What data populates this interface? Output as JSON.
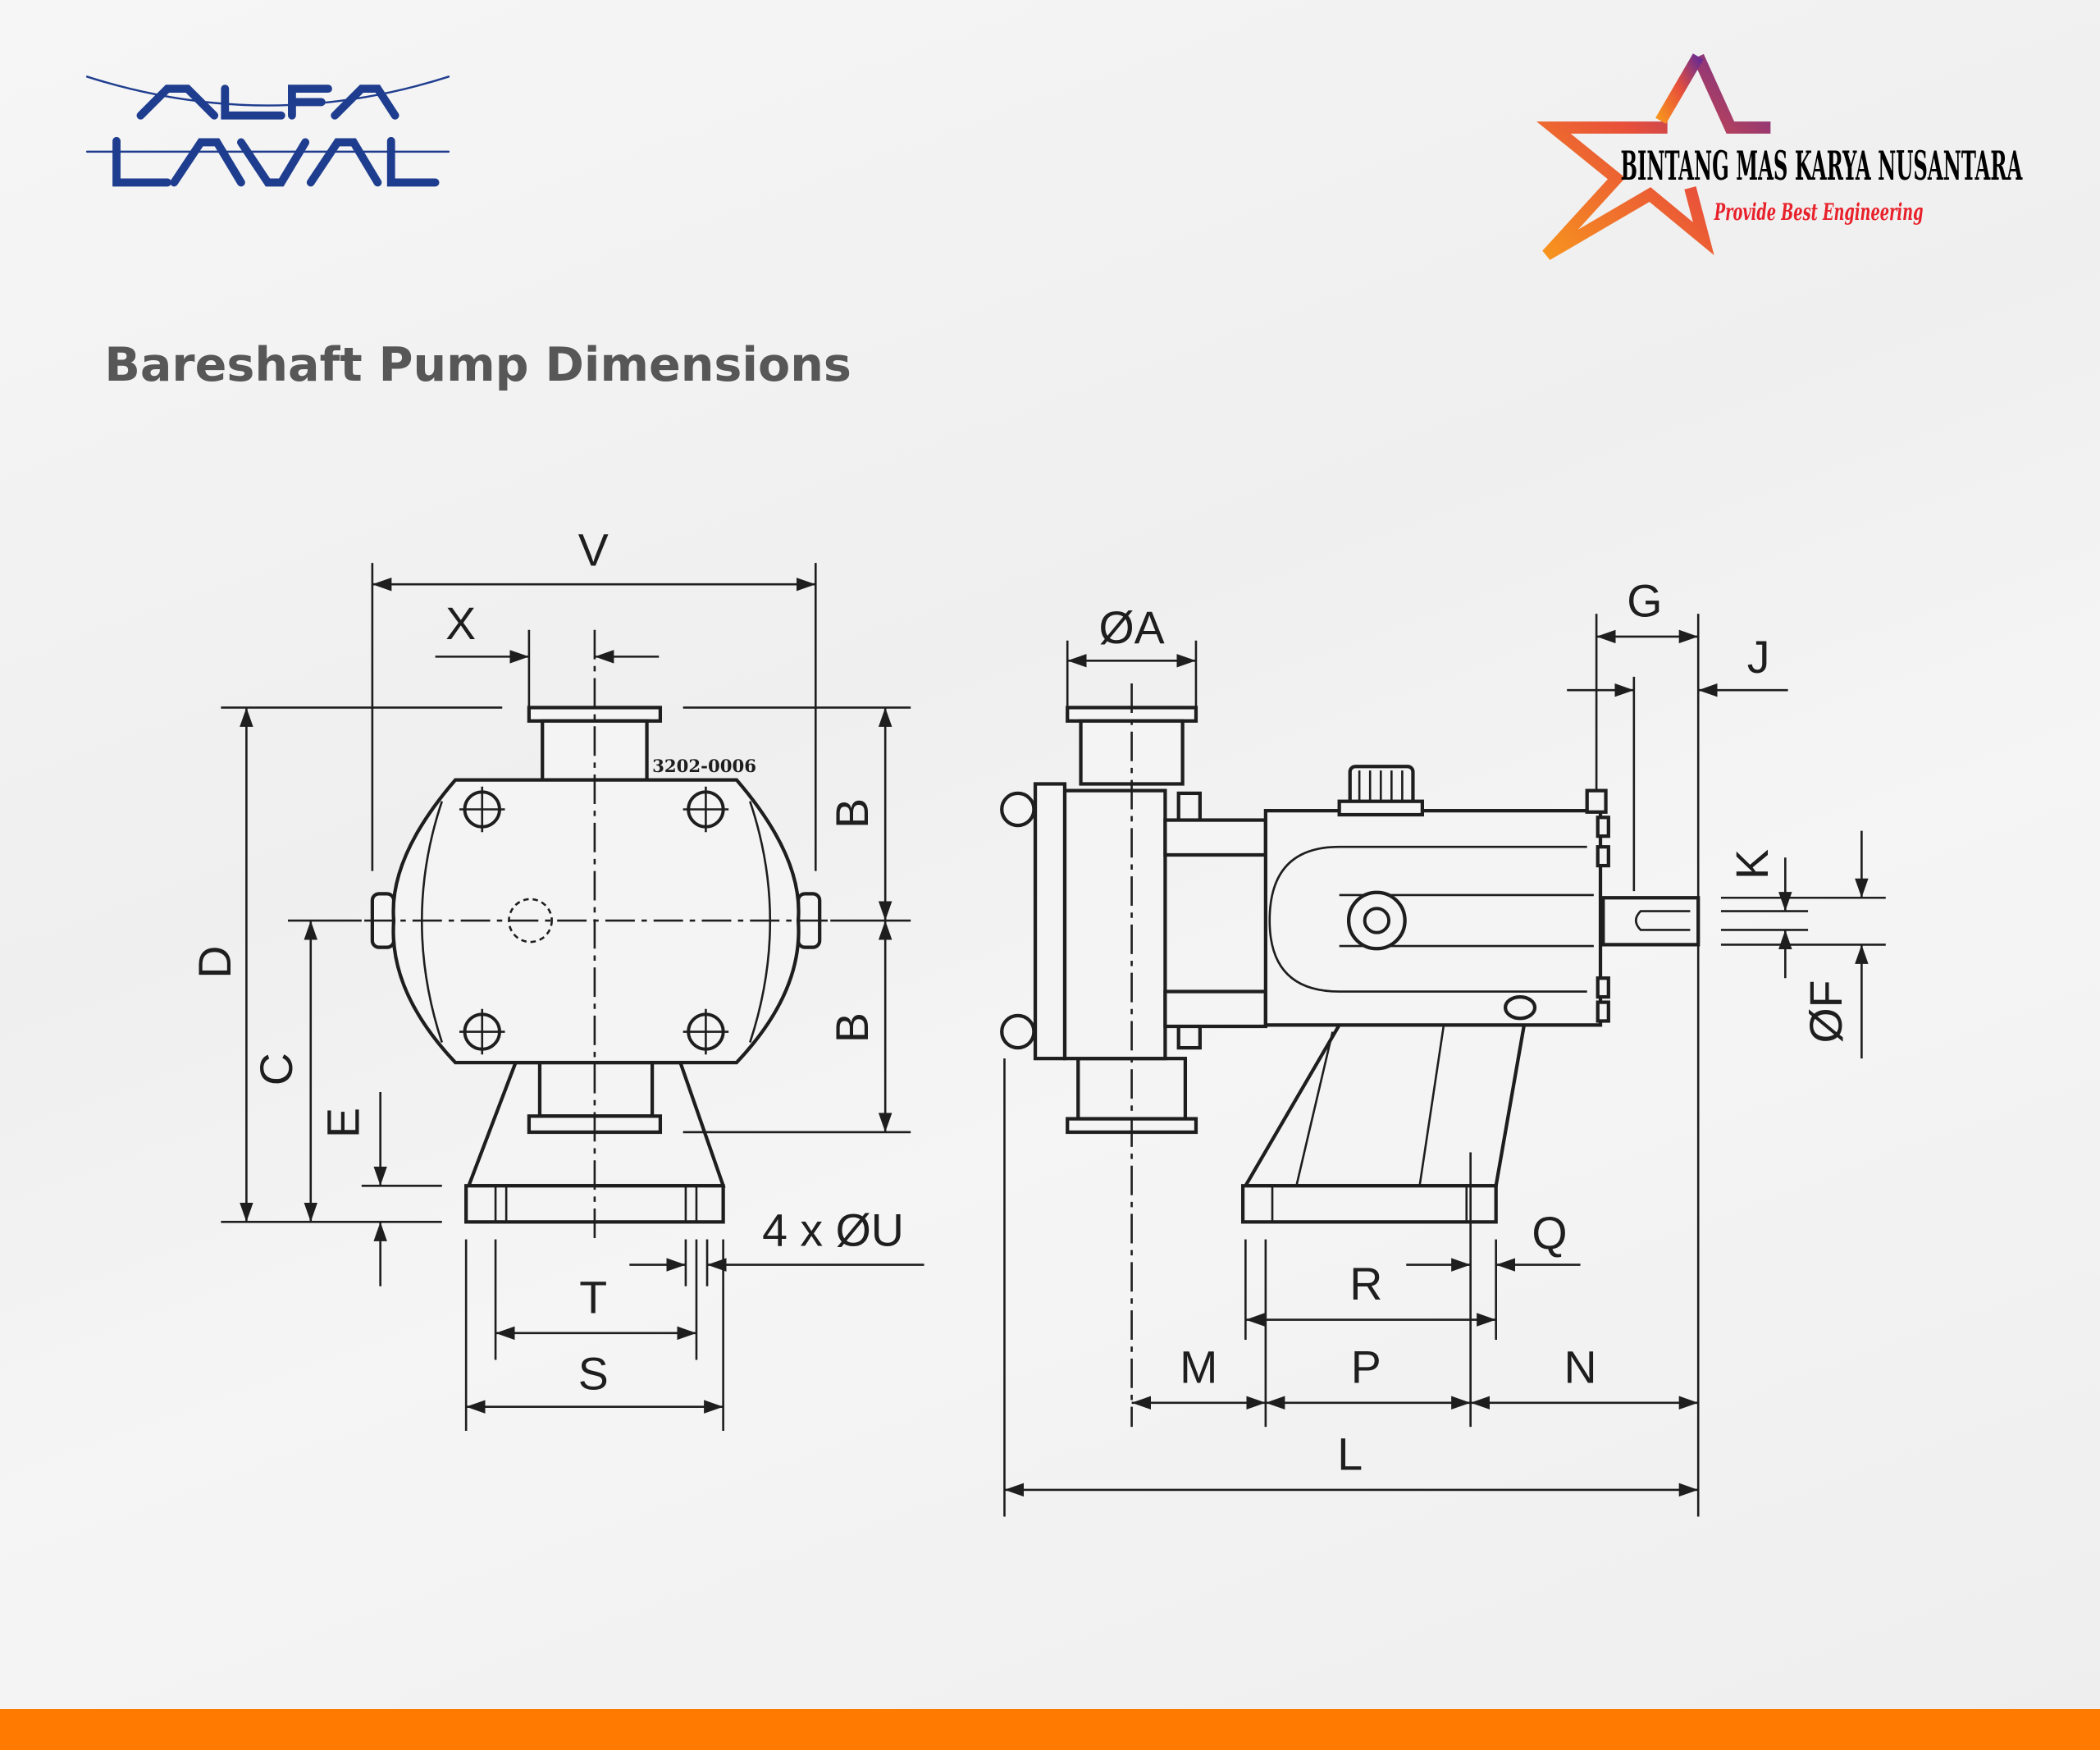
{
  "header": {
    "left_logo": {
      "text": "ALFA LAVAL",
      "color": "#1f3d8f"
    },
    "right_logo": {
      "name": "BINTANG MAS KARYA NUSANTARA",
      "tagline": "Provide Best Engineering",
      "name_color": "#000000",
      "tagline_color": "#e8202a"
    }
  },
  "title": "Bareshaft Pump Dimensions",
  "drawing": {
    "part_code": "3202-0006",
    "front_view": {
      "V": "V",
      "X": "X",
      "D": "D",
      "C": "C",
      "E": "E",
      "B_top": "B",
      "B_bottom": "B",
      "T": "T",
      "S": "S",
      "U": "4 x ØU"
    },
    "side_view": {
      "A": "ØA",
      "G": "G",
      "J": "J",
      "K": "K",
      "F": "ØF",
      "R": "R",
      "Q": "Q",
      "M": "M",
      "P": "P",
      "N": "N",
      "L": "L"
    }
  },
  "footer": {
    "color": "#ff7a00"
  }
}
